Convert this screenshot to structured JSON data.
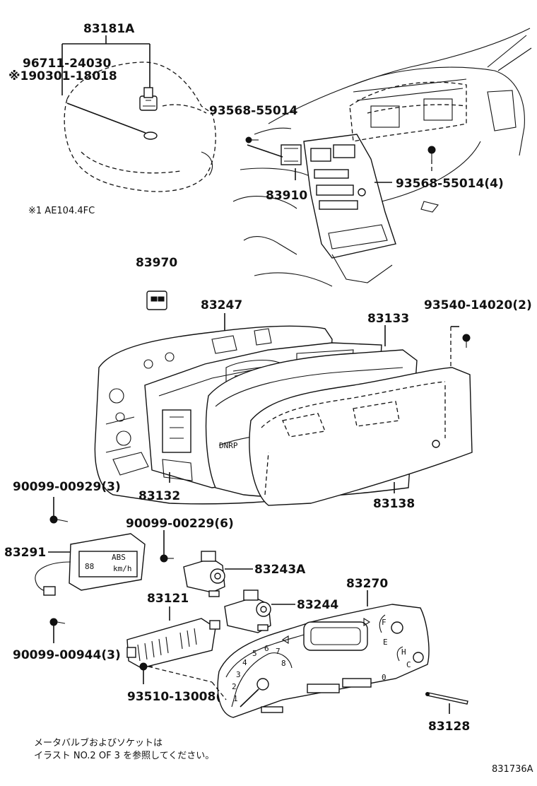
{
  "labels": {
    "p83181A": "83181A",
    "p96711": "96711-24030",
    "p190301": "※190301-18018",
    "p93568a": "93568-55014",
    "p83910": "83910",
    "p93568b": "93568-55014(4)",
    "note1": "※1 AE104.4FC",
    "p83970": "83970",
    "p83247": "83247",
    "p83133": "83133",
    "p93540": "93540-14020(2)",
    "p83132": "83132",
    "p83138": "83138",
    "p90099a": "90099-00929(3)",
    "p90099b": "90099-00229(6)",
    "p83291": "83291",
    "p83243A": "83243A",
    "p83121": "83121",
    "p83270": "83270",
    "p83244": "83244",
    "p90099c": "90099-00944(3)",
    "p93510": "93510-13008(6)",
    "p83128": "83128",
    "diagram_id": "831736A"
  },
  "gauge_text": {
    "dnrp": "DNRP",
    "abs": "ABS",
    "kmh": "km/h",
    "digits": "88",
    "f": "F",
    "e": "E",
    "h": "H",
    "c": "C",
    "ticks": [
      "1",
      "2",
      "3",
      "4",
      "5",
      "6",
      "7",
      "8",
      "0"
    ]
  },
  "footnote": {
    "line1": "メータバルブおよびソケットは",
    "line2": "イラスト NO.2 OF 3 を参照してください。"
  }
}
